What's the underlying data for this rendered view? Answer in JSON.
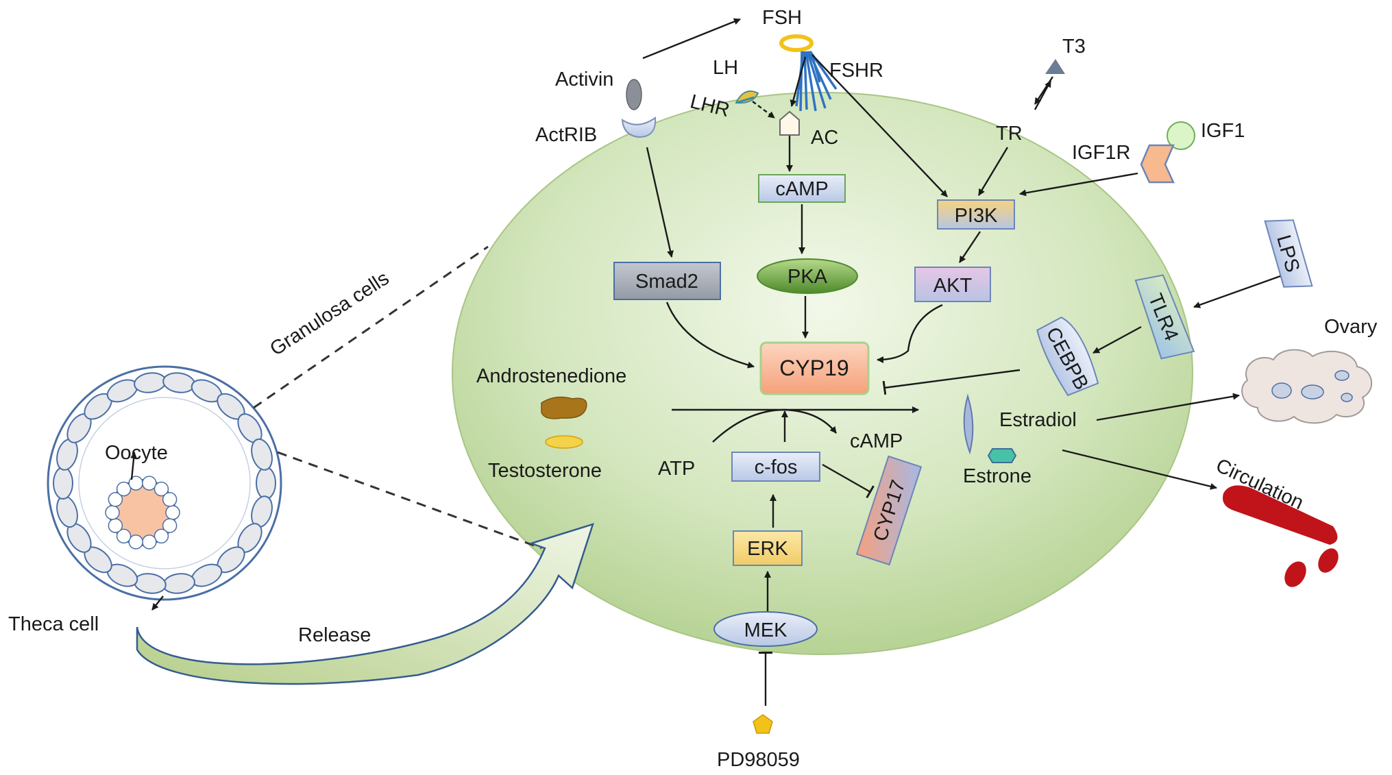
{
  "labels": {
    "fsh": "FSH",
    "fshr": "FSHR",
    "lh": "LH",
    "lhr": "LHR",
    "ac": "AC",
    "activin": "Activin",
    "actrib": "ActRIB",
    "t3": "T3",
    "tr": "TR",
    "igf1": "IGF1",
    "igf1r": "IGF1R",
    "camp_top": "cAMP",
    "pi3k": "PI3K",
    "smad2": "Smad2",
    "pka": "PKA",
    "akt": "AKT",
    "lps": "LPS",
    "tlr4": "TLR4",
    "cebpb": "CEBPB",
    "cyp19": "CYP19",
    "androstenedione": "Androstenedione",
    "testosterone": "Testosterone",
    "atp": "ATP",
    "camp_product": "cAMP",
    "cfos": "c-fos",
    "cyp17": "CYP17",
    "estradiol": "Estradiol",
    "estrone": "Estrone",
    "ovary": "Ovary",
    "circulation": "Circulation",
    "erk": "ERK",
    "mek": "MEK",
    "pd98059": "PD98059",
    "granulosa_cells": "Granulosa cells",
    "oocyte": "Oocyte",
    "theca_cell": "Theca cell",
    "release": "Release"
  },
  "colors": {
    "cell_fill": "#b9d49a",
    "box_blue": "#c9d6ee",
    "box_orange": "#f6b493",
    "box_yellow": "#f6dd86",
    "box_grey": "#a6abb4",
    "pka_green": "#8fbf5e",
    "blood_red": "#c0141a",
    "follicle_blue": "#4a6fa5",
    "oocyte_pink": "#f8c3a3"
  }
}
